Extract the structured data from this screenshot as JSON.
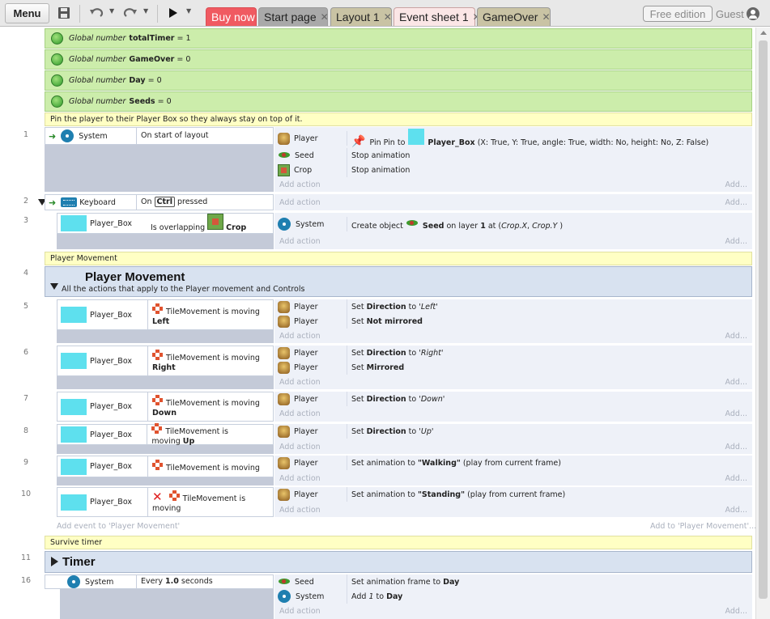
{
  "toolbar": {
    "menu_label": "Menu",
    "tabs": [
      "Buy now",
      "Start page",
      "Layout 1",
      "Event sheet 1",
      "GameOver"
    ],
    "free_edition": "Free edition",
    "guest": "Guest"
  },
  "globals": [
    {
      "kind": "Global number",
      "name": "totalTimer",
      "value": "= 1"
    },
    {
      "kind": "Global number",
      "name": "GameOver",
      "value": "= 0"
    },
    {
      "kind": "Global number",
      "name": "Day",
      "value": "= 0"
    },
    {
      "kind": "Global number",
      "name": "Seeds",
      "value": "= 0"
    }
  ],
  "comments": {
    "pin": "Pin the player to their Player Box so they always stay on top of it.",
    "movement": "Player Movement",
    "survive": "Survive timer"
  },
  "rows": {
    "r1": "1",
    "r2": "2",
    "r3": "3",
    "r4": "4",
    "r5": "5",
    "r6": "6",
    "r7": "7",
    "r8": "8",
    "r9": "9",
    "r10": "10",
    "r11": "11",
    "r16": "16"
  },
  "e1": {
    "cond_obj": "System",
    "cond_text": "On start of layout",
    "a1_obj": "Player",
    "a1_pre": "Pin Pin to",
    "a1_target": "Player_Box",
    "a1_rest": "(X: True, Y: True, angle: True, width: No, height: No, Z: False)",
    "a2_obj": "Seed",
    "a2_text": "Stop animation",
    "a3_obj": "Crop",
    "a3_text": "Stop animation"
  },
  "e2": {
    "cond_obj": "Keyboard",
    "cond_on": "On",
    "cond_key": "Ctrl",
    "cond_post": "pressed"
  },
  "e3": {
    "cond_obj": "Player_Box",
    "cond_pre": "Is overlapping",
    "cond_target": "Crop",
    "a1_obj": "System",
    "a1_pre": "Create object",
    "a1_target": "Seed",
    "a1_mid": "on layer",
    "a1_layer": "1",
    "a1_at": "at (",
    "a1_x": "Crop.X",
    "a1_comma": ",",
    "a1_y": "Crop.Y",
    "a1_end": ")"
  },
  "group_movement": {
    "title": "Player Movement",
    "desc": "All the actions that apply to the Player movement and Controls"
  },
  "e5": {
    "cond_obj": "Player_Box",
    "cond_text": "TileMovement is moving",
    "cond_dir": "Left",
    "a1_obj": "Player",
    "a1_pre": "Set",
    "a1_b": "Direction",
    "a1_to": "to",
    "a1_val": "'Left'",
    "a2_obj": "Player",
    "a2_pre": "Set",
    "a2_b": "Not mirrored"
  },
  "e6": {
    "cond_obj": "Player_Box",
    "cond_text": "TileMovement is moving",
    "cond_dir": "Right",
    "a1_obj": "Player",
    "a1_pre": "Set",
    "a1_b": "Direction",
    "a1_to": "to",
    "a1_val": "'Right'",
    "a2_obj": "Player",
    "a2_pre": "Set",
    "a2_b": "Mirrored"
  },
  "e7": {
    "cond_obj": "Player_Box",
    "cond_text": "TileMovement is moving",
    "cond_dir": "Down",
    "a1_obj": "Player",
    "a1_pre": "Set",
    "a1_b": "Direction",
    "a1_to": "to",
    "a1_val": "'Down'"
  },
  "e8": {
    "cond_obj": "Player_Box",
    "cond_text": "TileMovement is moving",
    "cond_dir": "Up",
    "a1_obj": "Player",
    "a1_pre": "Set",
    "a1_b": "Direction",
    "a1_to": "to",
    "a1_val": "'Up'"
  },
  "e9": {
    "cond_obj": "Player_Box",
    "cond_text": "TileMovement is moving",
    "a1_obj": "Player",
    "a1_pre": "Set animation to",
    "a1_b": "\"Walking\"",
    "a1_post": "(play from current frame)"
  },
  "e10": {
    "cond_obj": "Player_Box",
    "cond_text": "TileMovement is",
    "cond_text2": "moving",
    "a1_obj": "Player",
    "a1_pre": "Set animation to",
    "a1_b": "\"Standing\"",
    "a1_post": "(play from current frame)"
  },
  "add_action": "Add action",
  "add_right": "Add...",
  "add_event_group": "Add event to 'Player Movement'",
  "add_to_group": "Add to 'Player Movement'...",
  "group_timer": {
    "title": "Timer"
  },
  "e16": {
    "cond_obj": "System",
    "cond_pre": "Every",
    "cond_b": "1.0",
    "cond_post": "seconds",
    "a1_obj": "Seed",
    "a1_pre": "Set animation frame to",
    "a1_b": "Day",
    "a2_obj": "System",
    "a2_pre": "Add",
    "a2_val": "1",
    "a2_to": "to",
    "a2_b": "Day"
  }
}
